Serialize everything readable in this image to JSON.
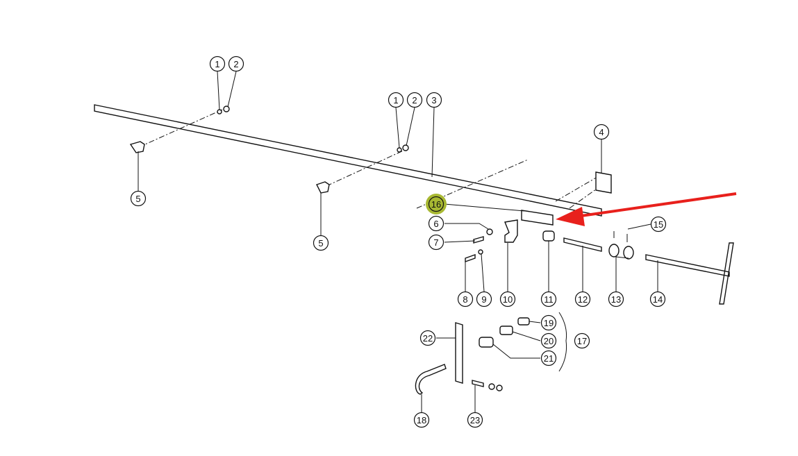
{
  "diagram": {
    "callouts": [
      "1",
      "2",
      "1",
      "2",
      "3",
      "4",
      "5",
      "5",
      "16",
      "6",
      "7",
      "8",
      "9",
      "10",
      "11",
      "12",
      "13",
      "14",
      "15",
      "19",
      "20",
      "21",
      "17",
      "22",
      "18",
      "23"
    ],
    "highlighted_callout": "16",
    "highlight_color": "#a8b832",
    "arrow_color": "#e8201c",
    "line_color": "#111111"
  }
}
